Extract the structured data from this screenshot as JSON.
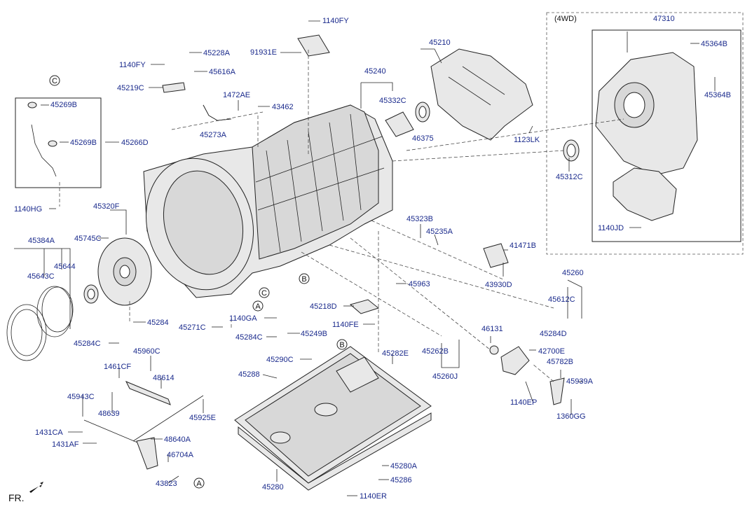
{
  "fr_label": "FR.",
  "wd_label": "(4WD)",
  "markers": [
    "A",
    "B",
    "C"
  ],
  "labels": {
    "p1140FY_top": "1140FY",
    "p91931E": "91931E",
    "p45228A": "45228A",
    "p1140FY_left": "1140FY",
    "p45616A": "45616A",
    "p45219C": "45219C",
    "p1472AE": "1472AE",
    "p43462": "43462",
    "p45273A": "45273A",
    "p45269B_a": "45269B",
    "p45269B_b": "45269B",
    "p45266D": "45266D",
    "p1140HG": "1140HG",
    "p45320F": "45320F",
    "p45384A": "45384A",
    "p45745C": "45745C",
    "p45643C": "45643C",
    "p45644": "45644",
    "p45284_a": "45284",
    "p45284C_a": "45284C",
    "p45271C": "45271C",
    "p1140GA": "1140GA",
    "p45284C_b": "45284C",
    "p45249B": "45249B",
    "p45240": "45240",
    "p45332C": "45332C",
    "p46375": "46375",
    "p45210": "45210",
    "p1123LK": "1123LK",
    "p45323B": "45323B",
    "p45235A": "45235A",
    "p45963": "45963",
    "p45218D": "45218D",
    "p1140FE": "1140FE",
    "p41471B": "41471B",
    "p43930D": "43930D",
    "p45260": "45260",
    "p45612C": "45612C",
    "p45284D": "45284D",
    "p46131": "46131",
    "p42700E": "42700E",
    "p45782B": "45782B",
    "p45939A": "45939A",
    "p1140EP": "1140EP",
    "p1360GG": "1360GG",
    "p45262B": "45262B",
    "p45260J": "45260J",
    "p45282E": "45282E",
    "p45290C": "45290C",
    "p45288": "45288",
    "p45280": "45280",
    "p45280A": "45280A",
    "p45286": "45286",
    "p1140ER": "1140ER",
    "p45960C": "45960C",
    "p1461CF": "1461CF",
    "p48614": "48614",
    "p45943C": "45943C",
    "p48639": "48639",
    "p45925E": "45925E",
    "p1431CA": "1431CA",
    "p1431AF": "1431AF",
    "p48640A": "48640A",
    "p46704A": "46704A",
    "p43823": "43823",
    "p47310": "47310",
    "p45364B_a": "45364B",
    "p45364B_b": "45364B",
    "p45312C": "45312C",
    "p1140JD": "1140JD"
  }
}
